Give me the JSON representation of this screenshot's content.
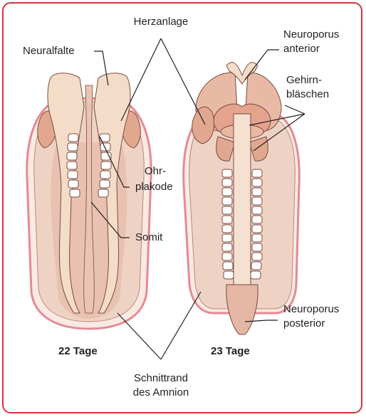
{
  "labels": {
    "herzanlage": "Herzanlage",
    "neuralfalte": "Neuralfalte",
    "neuroporus_anterior_1": "Neuroporus",
    "neuroporus_anterior_2": "anterior",
    "gehirnblaeschen_1": "Gehirn-",
    "gehirnblaeschen_2": "bläschen",
    "ohrplakode_1": "Ohr-",
    "ohrplakode_2": "plakode",
    "somit": "Somit",
    "neuroporus_posterior_1": "Neuroporus",
    "neuroporus_posterior_2": "posterior",
    "tage22": "22 Tage",
    "tage23": "23 Tage",
    "schnittrand_1": "Schnittrand",
    "schnittrand_2": "des Amnion"
  },
  "colors": {
    "frame": "#d6343c",
    "amnion_edge": "#e58a93",
    "outer_tissue": "#eed3c5",
    "inner_tissue": "#e4b6a3",
    "neural_fold": "#f4ddc8",
    "somite_fill": "#ffffff",
    "outline": "#7a4a40",
    "leader_line": "#231f20"
  }
}
